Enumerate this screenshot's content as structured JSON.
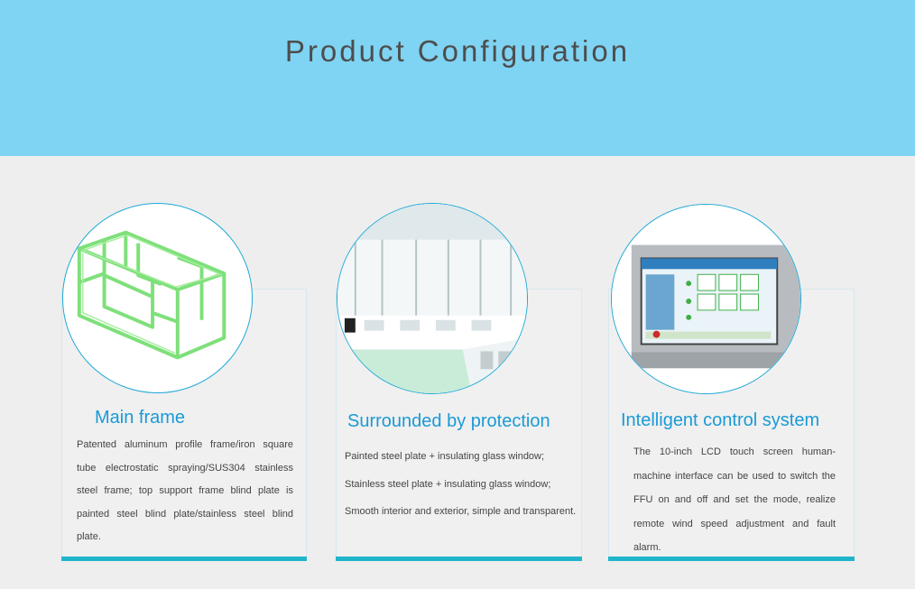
{
  "header": {
    "title": "Product Configuration"
  },
  "colors": {
    "banner": "#7fd3f3",
    "accent": "#1a9ad6",
    "bar": "#1fb6cc",
    "background": "#eeeeee"
  },
  "cards": [
    {
      "title": "Main frame",
      "image": "green-wireframe-icon",
      "lines": [
        "Patented aluminum profile frame/iron square tube electrostatic spraying/SUS304 stainless steel frame; top support frame blind plate is painted steel blind plate/stainless steel blind plate."
      ]
    },
    {
      "title": "Surrounded by protection",
      "image": "clean-room-interior-photo",
      "lines": [
        "Painted steel plate + insulating glass window;",
        "Stainless steel plate + insulating glass window;",
        "Smooth interior and exterior, simple and transparent."
      ]
    },
    {
      "title": "Intelligent control system",
      "image": "lcd-touch-panel-photo",
      "lines": [
        "The 10-inch LCD touch screen human-machine interface can be used to switch the FFU on and off and set the mode, realize remote wind speed adjustment and fault alarm."
      ]
    }
  ]
}
